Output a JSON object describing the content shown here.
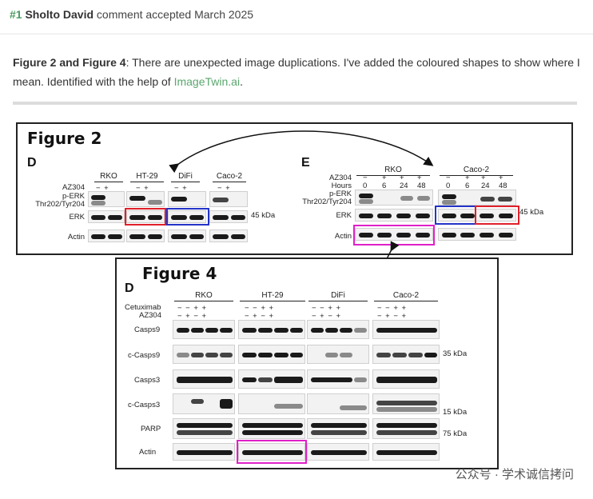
{
  "comment": {
    "number": "#1",
    "author": "Sholto David",
    "status": "comment accepted March 2025",
    "bold_intro": "Figure 2 and Figure 4",
    "text_part1": ": There are unexpected image duplications. I've added the coloured shapes to show where I mean. Identified with the help of ",
    "link_text": "ImageTwin.ai",
    "text_part2": "."
  },
  "figure2": {
    "title": "Figure 2",
    "panel_d": {
      "letter": "D",
      "treatment_label": "AZ304",
      "row_labels": [
        "p-ERK",
        "Thr202/Tyr204",
        "ERK",
        "Actin"
      ],
      "cell_lines": [
        "RKO",
        "HT-29",
        "DiFi",
        "Caco-2"
      ],
      "signs": [
        "−  +",
        "−  +",
        "−  +",
        "−  +"
      ],
      "size_marker": "45 kDa"
    },
    "panel_e": {
      "letter": "E",
      "treatment_label": "AZ304",
      "hours_label": "Hours",
      "row_labels": [
        "p-ERK",
        "Thr202/Tyr204",
        "ERK",
        "Actin"
      ],
      "cell_lines": [
        "RKO",
        "Caco-2"
      ],
      "hours": [
        "0",
        "6",
        "24",
        "48",
        "0",
        "6",
        "24",
        "48"
      ],
      "signs": [
        "−",
        "+",
        "+",
        "+",
        "−",
        "+",
        "+",
        "+"
      ],
      "size_marker": "45 kDa"
    }
  },
  "figure4": {
    "title": "Figure 4",
    "panel_d": {
      "letter": "D",
      "treatments": [
        "Cetuximab",
        "AZ304"
      ],
      "cell_lines": [
        "RKO",
        "HT-29",
        "DiFi",
        "Caco-2"
      ],
      "cetuximab_signs": "−  −  +  +",
      "az304_signs": "−  +  −  +",
      "row_labels": [
        "Casps9",
        "c-Casps9",
        "Casps3",
        "c-Casps3",
        "PARP",
        "Actin"
      ],
      "size_markers": [
        "35 kDa",
        "15 kDa",
        "75 kDa"
      ]
    }
  },
  "watermark": "公众号 · 学术诚信拷问",
  "colors": {
    "accent_green": "#4a9a5e",
    "link_green": "#5aa66e",
    "red_box": "#e0202a",
    "blue_box": "#2334c8",
    "pink_box": "#e020c8"
  }
}
